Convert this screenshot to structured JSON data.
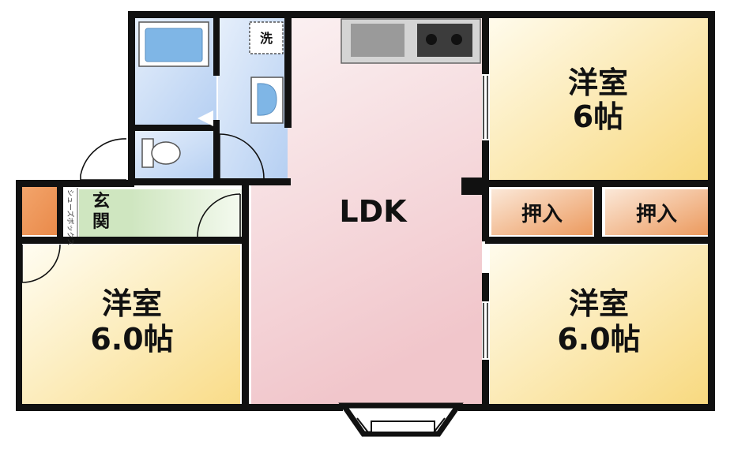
{
  "rooms": {
    "ldk": "LDK",
    "western_top_right": {
      "name": "洋室",
      "size": "6帖"
    },
    "western_bottom_left": {
      "name": "洋室",
      "size": "6.0帖"
    },
    "western_bottom_right": {
      "name": "洋室",
      "size": "6.0帖"
    },
    "closet_1": "押入",
    "closet_2": "押入",
    "entrance_line1": "玄",
    "entrance_line2": "関",
    "shoe_box": "シューズボックス",
    "washer": "洗"
  },
  "colors": {
    "ldk_top": "#fbf2f3",
    "ldk_bottom": "#f1c6cb",
    "western_light": "#fffbe8",
    "western_dark": "#f8dc8a",
    "closet_light": "#fae3d0",
    "closet_dark": "#ee9b60",
    "bath": "#c9dcf6",
    "bath_dark": "#9ec0ee",
    "entry": "#e2f1d8",
    "wall": "#111111"
  }
}
